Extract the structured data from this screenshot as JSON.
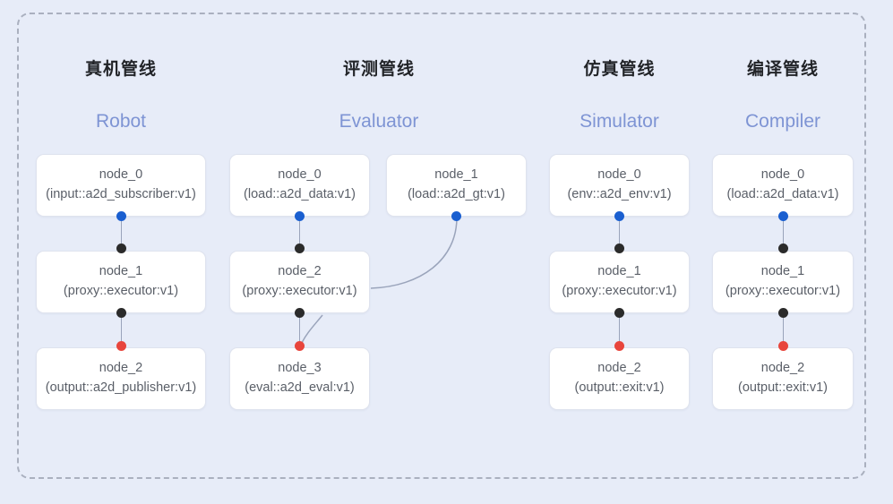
{
  "diagram": {
    "background_color": "#e7ecf8",
    "frame_border_color": "#aab0bf",
    "dot_colors": {
      "input": "#1a5fd0",
      "proxy": "#2b2b2b",
      "output": "#e8453c"
    },
    "subtitle_color": "#7e94d4"
  },
  "columns": [
    {
      "title": "真机管线",
      "subtitle": "Robot",
      "nodes": [
        {
          "name": "node_0",
          "id": "(input::a2d_subscriber:v1)"
        },
        {
          "name": "node_1",
          "id": "(proxy::executor:v1)"
        },
        {
          "name": "node_2",
          "id": "(output::a2d_publisher:v1)"
        }
      ]
    },
    {
      "title": "评测管线",
      "subtitle": "Evaluator",
      "nodes": [
        {
          "name": "node_0",
          "id": "(load::a2d_data:v1)"
        },
        {
          "name": "node_1",
          "id": "(load::a2d_gt:v1)"
        },
        {
          "name": "node_2",
          "id": "(proxy::executor:v1)"
        },
        {
          "name": "node_3",
          "id": "(eval::a2d_eval:v1)"
        }
      ]
    },
    {
      "title": "仿真管线",
      "subtitle": "Simulator",
      "nodes": [
        {
          "name": "node_0",
          "id": "(env::a2d_env:v1)"
        },
        {
          "name": "node_1",
          "id": "(proxy::executor:v1)"
        },
        {
          "name": "node_2",
          "id": "(output::exit:v1)"
        }
      ]
    },
    {
      "title": "编译管线",
      "subtitle": "Compiler",
      "nodes": [
        {
          "name": "node_0",
          "id": "(load::a2d_data:v1)"
        },
        {
          "name": "node_1",
          "id": "(proxy::executor:v1)"
        },
        {
          "name": "node_2",
          "id": "(output::exit:v1)"
        }
      ]
    }
  ]
}
